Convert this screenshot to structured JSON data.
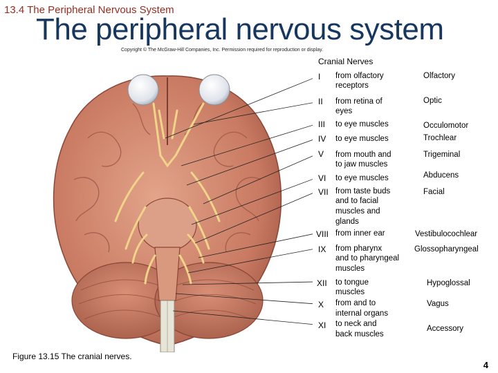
{
  "header": {
    "section": "13.4 The Peripheral Nervous System",
    "title": "The peripheral nervous system",
    "copyright": "Copyright © The McGraw-Hill Companies, Inc. Permission required for reproduction or display."
  },
  "figure": {
    "heading": "Cranial Nerves",
    "nerves": [
      {
        "num": "I",
        "desc": [
          "from olfactory",
          "receptors"
        ],
        "name": "Olfactory"
      },
      {
        "num": "II",
        "desc": [
          "from retina of",
          "eyes"
        ],
        "name": "Optic"
      },
      {
        "num": "III",
        "desc": [
          "to eye muscles"
        ],
        "name": "Occulomotor"
      },
      {
        "num": "IV",
        "desc": [
          "to eye muscles"
        ],
        "name": "Trochlear"
      },
      {
        "num": "V",
        "desc": [
          "from mouth and",
          "to jaw muscles"
        ],
        "name": "Trigeminal"
      },
      {
        "num": "VI",
        "desc": [
          "to eye muscles"
        ],
        "name": "Abducens"
      },
      {
        "num": "VII",
        "desc": [
          "from taste buds",
          "and to facial",
          "muscles and",
          "glands"
        ],
        "name": "Facial"
      },
      {
        "num": "VIII",
        "desc": [
          "from inner ear"
        ],
        "name": "Vestibulocochlear"
      },
      {
        "num": "IX",
        "desc": [
          "from pharynx",
          "and to pharyngeal",
          "muscles"
        ],
        "name": "Glossopharyngeal"
      },
      {
        "num": "XII",
        "desc": [
          "to tongue",
          "muscles"
        ],
        "name": "Hypoglossal"
      },
      {
        "num": "X",
        "desc": [
          "from and to",
          "internal organs"
        ],
        "name": "Vagus"
      },
      {
        "num": "XI",
        "desc": [
          "to neck and",
          "back muscles"
        ],
        "name": "Accessory"
      }
    ],
    "caption": "Figure 13.15 The cranial nerves."
  },
  "page_number": "4"
}
